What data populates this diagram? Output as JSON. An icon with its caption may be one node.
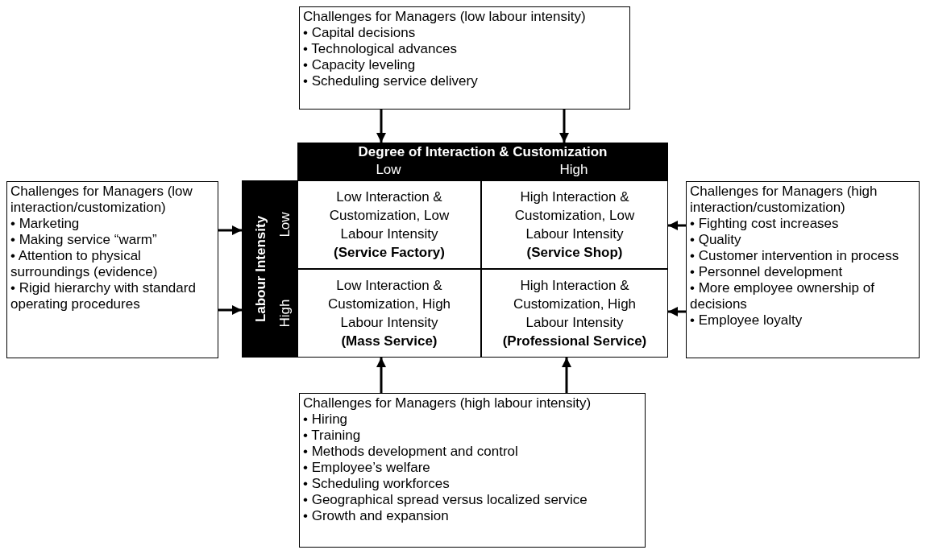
{
  "diagram": {
    "nodes": [
      {
        "text": [
          "Challenges for Managers (low labour intensity)",
          "• Capital decisions",
          "• Technological advances",
          "• Capacity leveling",
          "• Scheduling service delivery"
        ]
      },
      {
        "text": [
          "Degree of Interaction & Customization",
          "Low",
          "High"
        ]
      },
      {
        "text": [
          "Challenges for Managers (low interaction/customization)",
          "• Marketing",
          "• Making service “warm”",
          "• Attention to physical surroundings (evidence)",
          "• Rigid hierarchy with standard operating procedures"
        ]
      },
      {
        "text": [
          "Labour Intensity",
          "Low",
          "High"
        ]
      },
      {
        "text": [
          "Low Interaction & Customization, Low Labour Intensity",
          "(Service Factory)"
        ]
      },
      {
        "text": [
          "High Interaction & Customization, Low Labour Intensity",
          "(Service Shop)"
        ]
      },
      {
        "text": [
          "Low Interaction & Customization, High Labour Intensity",
          "(Mass Service)"
        ]
      },
      {
        "text": [
          "High Interaction & Customization, High Labour Intensity",
          "(Professional Service)"
        ]
      },
      {
        "text": [
          "Challenges for Managers (high interaction/customization)",
          "• Fighting cost increases",
          "• Quality",
          "• Customer intervention in process",
          "• Personnel development",
          "• More employee ownership of decisions",
          "• Employee loyalty"
        ]
      },
      {
        "text": [
          "Challenges for Managers (high labour intensity)",
          "• Hiring",
          "• Training",
          "• Methods development and control",
          "• Employee’s welfare",
          "• Scheduling workforces",
          "• Geographical spread versus localized service",
          "• Growth and expansion"
        ]
      }
    ],
    "edges": [
      {
        "from": 0,
        "to": 1,
        "arrow": "to"
      },
      {
        "from": 0,
        "to": 1,
        "arrow": "to"
      },
      {
        "from": 2,
        "to": 3,
        "arrow": "to"
      },
      {
        "from": 2,
        "to": 3,
        "arrow": "to"
      },
      {
        "from": 8,
        "to": 5,
        "arrow": "to"
      },
      {
        "from": 8,
        "to": 7,
        "arrow": "to"
      },
      {
        "from": 9,
        "to": 6,
        "arrow": "to"
      },
      {
        "from": 9,
        "to": 7,
        "arrow": "to"
      }
    ]
  }
}
